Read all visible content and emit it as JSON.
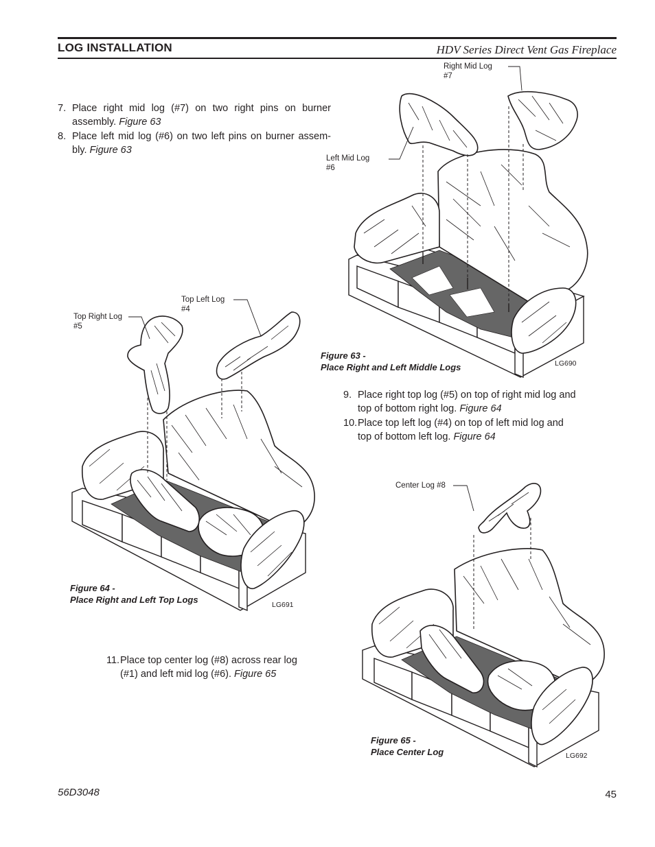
{
  "header": {
    "section_title": "LOG INSTALLATION",
    "series_title": "HDV Series Direct Vent Gas Fireplace"
  },
  "steps": [
    {
      "num": "7.",
      "text": "Place right  mid log (#7) on two right pins on burner assembly.",
      "ref": "Figure 63"
    },
    {
      "num": "8.",
      "text": "Place left mid log (#6) on two left pins on burner assem-bly.",
      "ref": "Figure 63"
    },
    {
      "num": "9.",
      "text": "Place right top log (#5) on top of right mid log and top of bottom right log.",
      "ref": "Figure 64"
    },
    {
      "num": "10.",
      "text": "Place top left log (#4) on top of left mid log and top of bottom left log.",
      "ref": "Figure 64"
    },
    {
      "num": "11.",
      "text": "Place top center log (#8) across rear log (#1) and left mid log (#6).",
      "ref": "Figure 65"
    }
  ],
  "figures": {
    "fig63": {
      "caption_line1": "Figure 63 -",
      "caption_line2": "Place Right and Left Middle Logs",
      "code": "LG690",
      "labels": {
        "right_mid_1": "Right Mid Log",
        "right_mid_2": "#7",
        "left_mid_1": "Left Mid Log",
        "left_mid_2": "#6"
      }
    },
    "fig64": {
      "caption_line1": "Figure 64 -",
      "caption_line2": "Place Right and Left Top Logs",
      "code": "LG691",
      "labels": {
        "top_right_1": "Top Right Log",
        "top_right_2": "#5",
        "top_left_1": "Top Left Log",
        "top_left_2": "#4"
      }
    },
    "fig65": {
      "caption_line1": "Figure 65 -",
      "caption_line2": "Place Center Log",
      "code": "LG692",
      "labels": {
        "center": "Center Log #8"
      }
    }
  },
  "footer": {
    "doc_number": "56D3048",
    "page_number": "45"
  }
}
